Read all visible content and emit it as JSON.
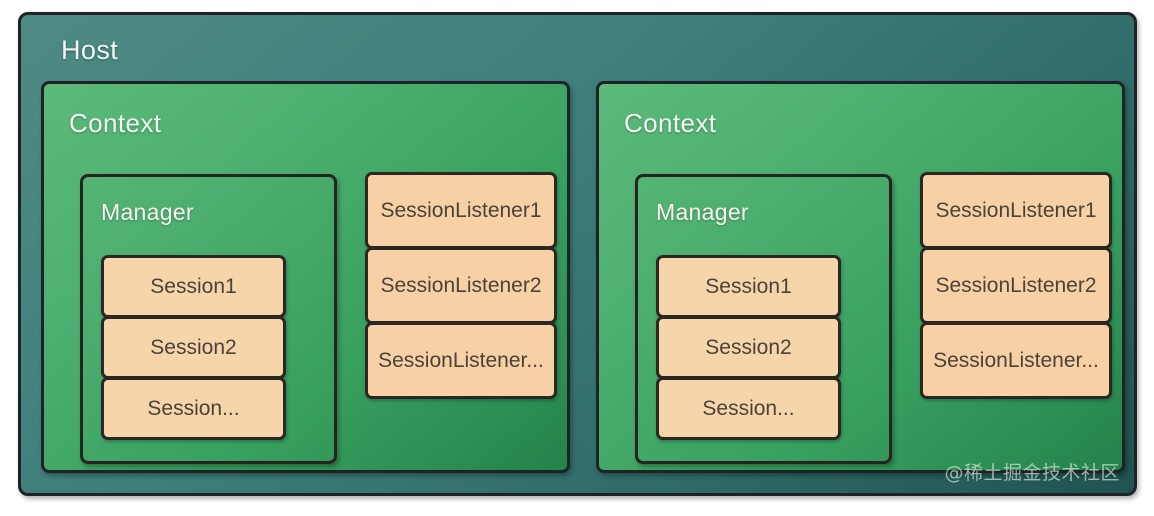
{
  "diagram": {
    "title": "Host",
    "host": {
      "label": "Host",
      "color": "#3f7f7c"
    },
    "contexts": [
      {
        "label": "Context",
        "color": "#3ea463",
        "manager": {
          "label": "Manager",
          "color": "#e09a4f",
          "sessions": [
            {
              "label": "Session1"
            },
            {
              "label": "Session2"
            },
            {
              "label": "Session..."
            }
          ]
        },
        "listeners": [
          {
            "label": "SessionListener1"
          },
          {
            "label": "SessionListener2"
          },
          {
            "label": "SessionListener..."
          }
        ]
      },
      {
        "label": "Context",
        "color": "#3ea463",
        "manager": {
          "label": "Manager",
          "color": "#e09a4f",
          "sessions": [
            {
              "label": "Session1"
            },
            {
              "label": "Session2"
            },
            {
              "label": "Session..."
            }
          ]
        },
        "listeners": [
          {
            "label": "SessionListener1"
          },
          {
            "label": "SessionListener2"
          },
          {
            "label": "SessionListener..."
          }
        ]
      }
    ],
    "watermark": "@稀土掘金技术社区"
  }
}
